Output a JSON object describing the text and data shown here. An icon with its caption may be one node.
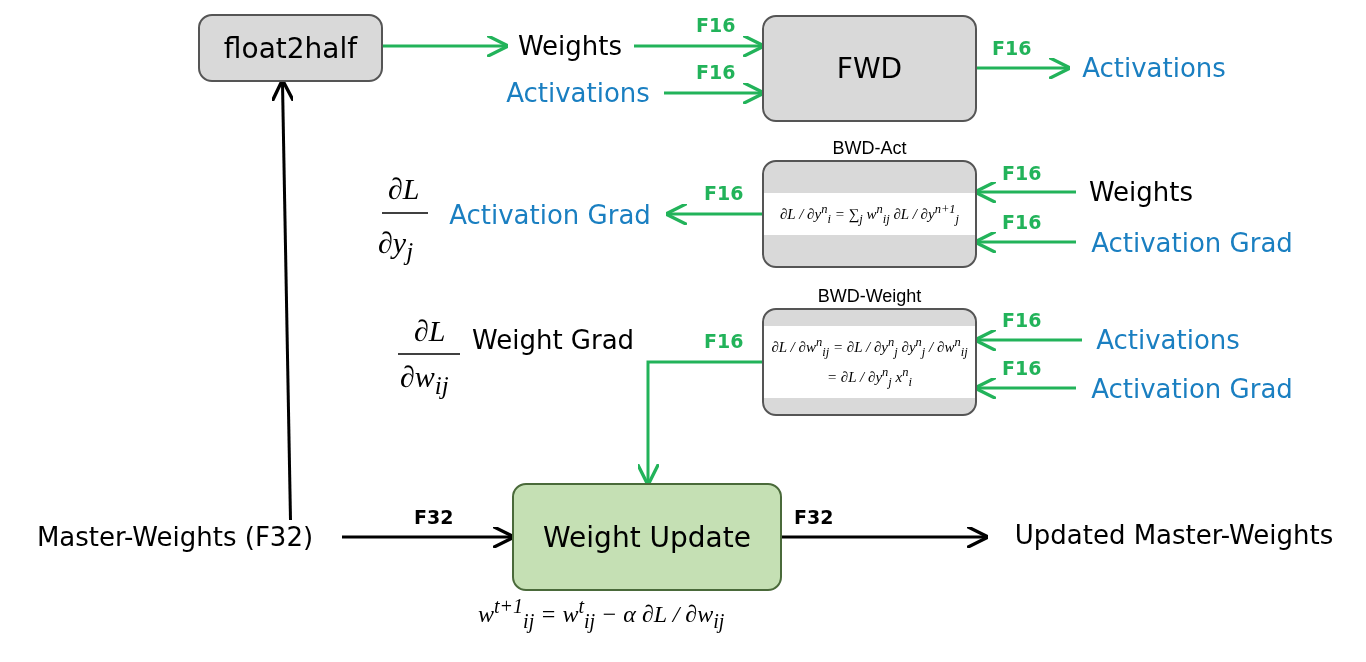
{
  "diagram": {
    "nodes": [
      {
        "text": [
          "float2half"
        ]
      },
      {
        "text": [
          "Weights"
        ]
      },
      {
        "text": [
          "Activations"
        ]
      },
      {
        "text": [
          "FWD"
        ]
      },
      {
        "text": [
          "Activations"
        ]
      },
      {
        "text": [
          "BWD-Act",
          "∂L / ∂y$^{n}$$_{i}$ = ∑$_{j}$ w$^{n}$$_{ij}$ ∂L / ∂y$^{n+1}$$_{j}$"
        ]
      },
      {
        "text": [
          "Activation Grad"
        ]
      },
      {
        "text": [
          "Weights"
        ]
      },
      {
        "text": [
          "Activation Grad"
        ]
      },
      {
        "text": [
          "BWD-Weight",
          "∂L / ∂w$^{n}$$_{ij}$ = ∂L / ∂y$^{n}$$_{j}$ ∂y$^{n}$$_{j}$ / ∂w$^{n}$$_{ij}$ = ∂L / ∂y$^{n}$$_{j}$ x$^{n}$$_{i}$"
        ]
      },
      {
        "text": [
          "Activations"
        ]
      },
      {
        "text": [
          "Activation Grad"
        ]
      },
      {
        "text": [
          "Master-Weights (F32)"
        ]
      },
      {
        "text": [
          "Weight Update"
        ],
        "beside": [
          "w$^{t+1}$$_{ij}$ = w$^{t}$$_{ij}$ − α ∂L / ∂w$_{ij}$"
        ]
      },
      {
        "text": [
          "Updated Master-Weights"
        ]
      }
    ],
    "edges": [
      {
        "from": 0,
        "to": 1,
        "arrow": "to"
      },
      {
        "from": 1,
        "to": 3,
        "arrow": "to",
        "label": "F16"
      },
      {
        "from": 2,
        "to": 3,
        "arrow": "to",
        "label": "F16"
      },
      {
        "from": 3,
        "to": 4,
        "arrow": "to",
        "label": "F16"
      },
      {
        "from": 5,
        "to": 6,
        "arrow": "to",
        "label": "F16"
      },
      {
        "from": 7,
        "to": 5,
        "arrow": "to",
        "label": "F16"
      },
      {
        "from": 8,
        "to": 5,
        "arrow": "to",
        "label": "F16"
      },
      {
        "from": 9,
        "to": 13,
        "arrow": "to",
        "label": "F16"
      },
      {
        "from": 10,
        "to": 9,
        "arrow": "to",
        "label": "F16"
      },
      {
        "from": 11,
        "to": 9,
        "arrow": "to",
        "label": "F16"
      },
      {
        "from": 12,
        "to": 0,
        "arrow": "to",
        "color": "#000000"
      },
      {
        "from": 12,
        "to": 13,
        "arrow": "to",
        "label": "F32",
        "color": "#000000"
      },
      {
        "from": 13,
        "to": 14,
        "arrow": "to",
        "label": "F32",
        "color": "#000000"
      }
    ],
    "labels": [
      "∂L",
      "∂y$_{j}$",
      "∂L",
      "∂w$_{ij}$",
      "Weight Grad"
    ]
  }
}
